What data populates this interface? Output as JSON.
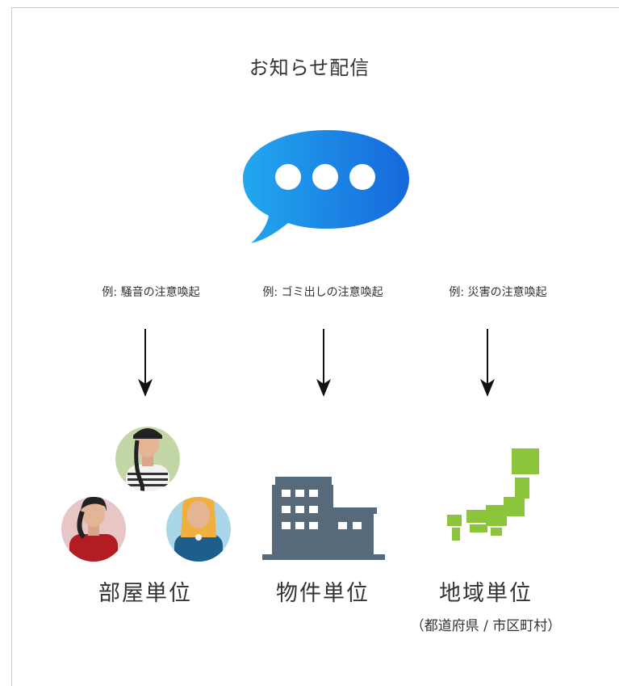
{
  "title": "お知らせ配信",
  "examples": [
    "例: 騒音の注意喚起",
    "例: ゴミ出しの注意喚起",
    "例: 災害の注意喚起"
  ],
  "targets": [
    {
      "label": "部屋単位",
      "sublabel": "",
      "icon": "people-icon"
    },
    {
      "label": "物件単位",
      "sublabel": "",
      "icon": "building-icon"
    },
    {
      "label": "地域単位",
      "sublabel": "（都道府県 / 市区町村）",
      "icon": "japan-map-icon"
    }
  ],
  "colors": {
    "bubble_start": "#22a8ee",
    "bubble_end": "#1668dc",
    "building": "#566a7c",
    "map": "#8cc43c",
    "arrow": "#111111"
  }
}
